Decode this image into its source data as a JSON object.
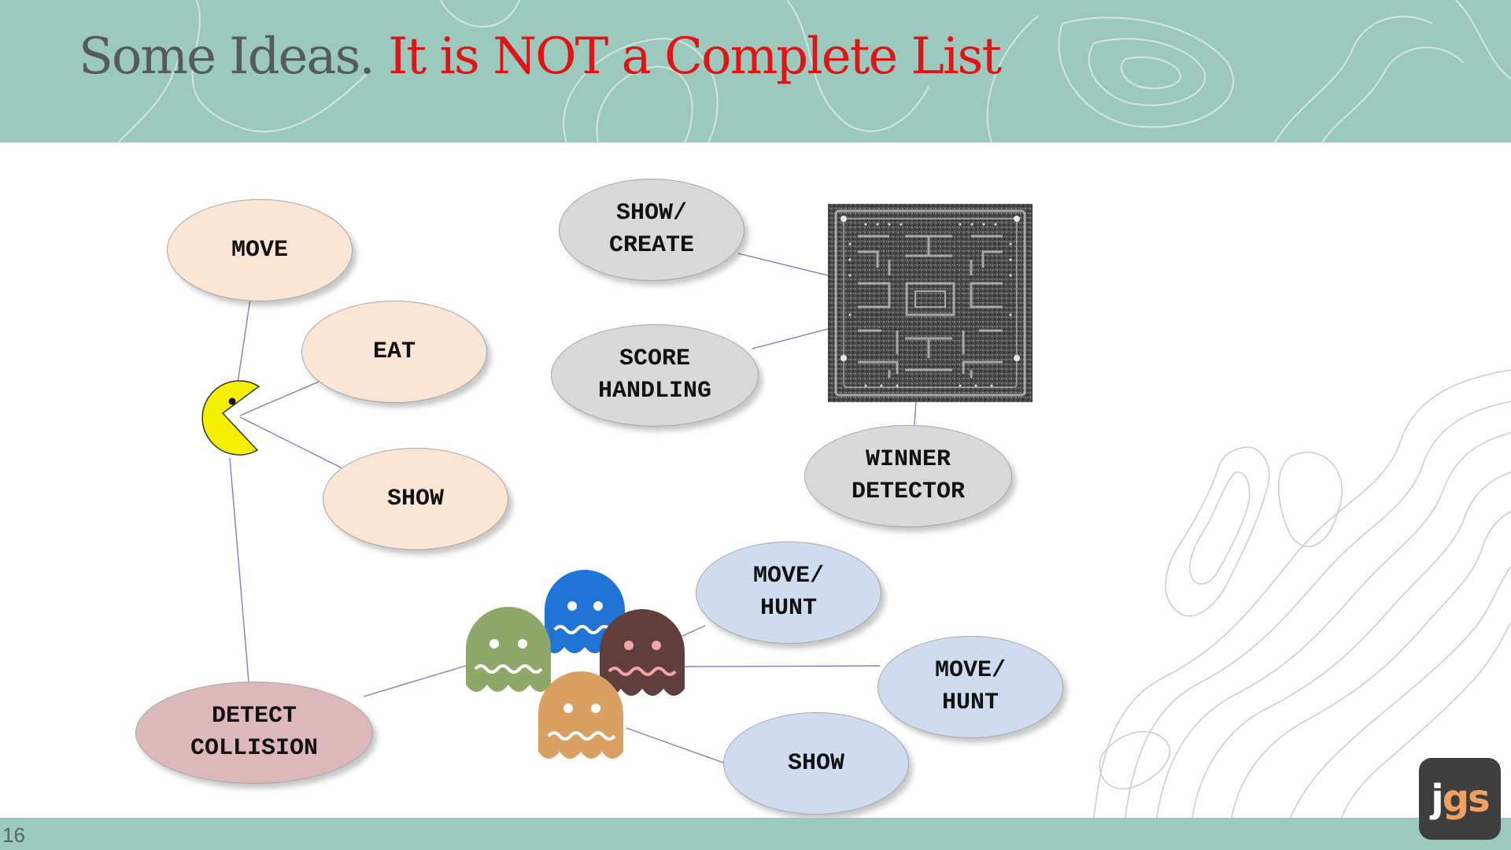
{
  "title": {
    "part1": "Some Ideas.",
    "part2": "It is NOT a Complete List"
  },
  "page_number": "16",
  "nodes": {
    "move": "MOVE",
    "eat": "EAT",
    "show_pacman": "SHOW",
    "detect_collision": "DETECT\nCOLLISION",
    "show_create": "SHOW/\nCREATE",
    "score_handling": "SCORE\nHANDLING",
    "winner_detector": "WINNER\nDETECTOR",
    "move_hunt_1": "MOVE/\nHUNT",
    "move_hunt_2": "MOVE/\nHUNT",
    "show_ghosts": "SHOW"
  },
  "logo": {
    "j": "j",
    "gs": "gs"
  },
  "colors": {
    "header": "#9cc9bd",
    "title_red": "#e01414",
    "title_gray": "#555b5a",
    "pacman": "#f5f000",
    "peach": "#fbe6d6",
    "gray": "#d9d9d9",
    "blue": "#cfdcef",
    "rose": "#ddb8ba"
  },
  "icons": [
    "pacman-icon",
    "ghost-blue-icon",
    "ghost-green-icon",
    "ghost-brown-icon",
    "ghost-orange-icon",
    "maze-board-image",
    "topographic-pattern",
    "jgs-logo"
  ]
}
